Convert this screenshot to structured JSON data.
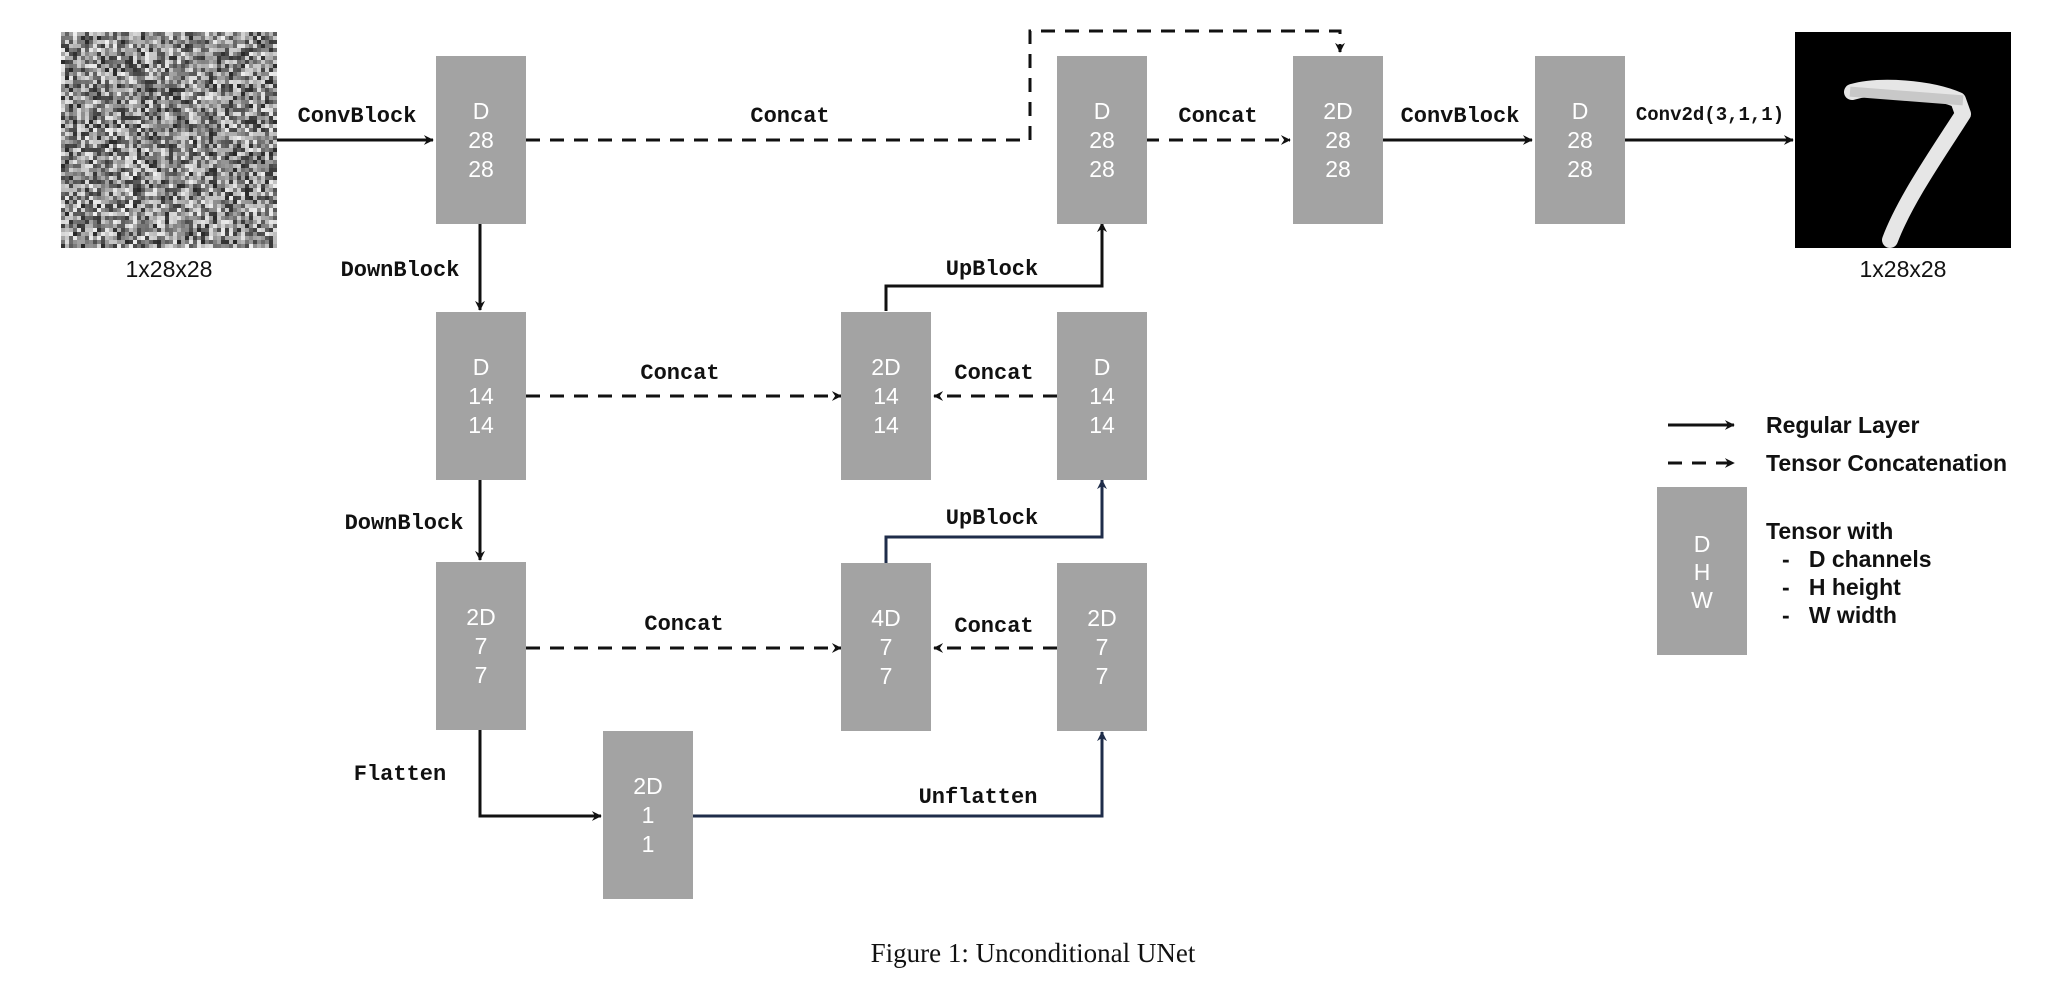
{
  "tensors": {
    "enc1": [
      "D",
      "28",
      "28"
    ],
    "enc2": [
      "D",
      "14",
      "14"
    ],
    "enc3": [
      "2D",
      "7",
      "7"
    ],
    "bottleneck": [
      "2D",
      "1",
      "1"
    ],
    "unflat": [
      "2D",
      "7",
      "7"
    ],
    "up1cat": [
      "4D",
      "7",
      "7"
    ],
    "up1": [
      "D",
      "14",
      "14"
    ],
    "up2cat": [
      "2D",
      "14",
      "14"
    ],
    "up2": [
      "D",
      "28",
      "28"
    ],
    "outcat": [
      "2D",
      "28",
      "28"
    ],
    "outconv": [
      "D",
      "28",
      "28"
    ]
  },
  "labels": {
    "convblock_in": "ConvBlock",
    "concat_top": "Concat",
    "concat_top2": "Concat",
    "convblock_out": "ConvBlock",
    "conv2d": "Conv2d(3,1,1)",
    "downblock1": "DownBlock",
    "downblock2": "DownBlock",
    "flatten": "Flatten",
    "unflatten": "Unflatten",
    "upblock1": "UpBlock",
    "upblock2": "UpBlock",
    "concat_mid_left": "Concat",
    "concat_mid_right": "Concat",
    "concat_low_left": "Concat",
    "concat_low_right": "Concat"
  },
  "images": {
    "input_caption": "1x28x28",
    "output_caption": "1x28x28",
    "input_content": "random noise",
    "output_content": "7"
  },
  "legend": {
    "regular": "Regular Layer",
    "concat": "Tensor Concatenation",
    "tensor_glyph": [
      "D",
      "H",
      "W"
    ],
    "tensor_title": "Tensor with",
    "items": [
      "-   D channels",
      "-   H height",
      "-   W width"
    ]
  },
  "caption": "Figure 1: Unconditional UNet"
}
